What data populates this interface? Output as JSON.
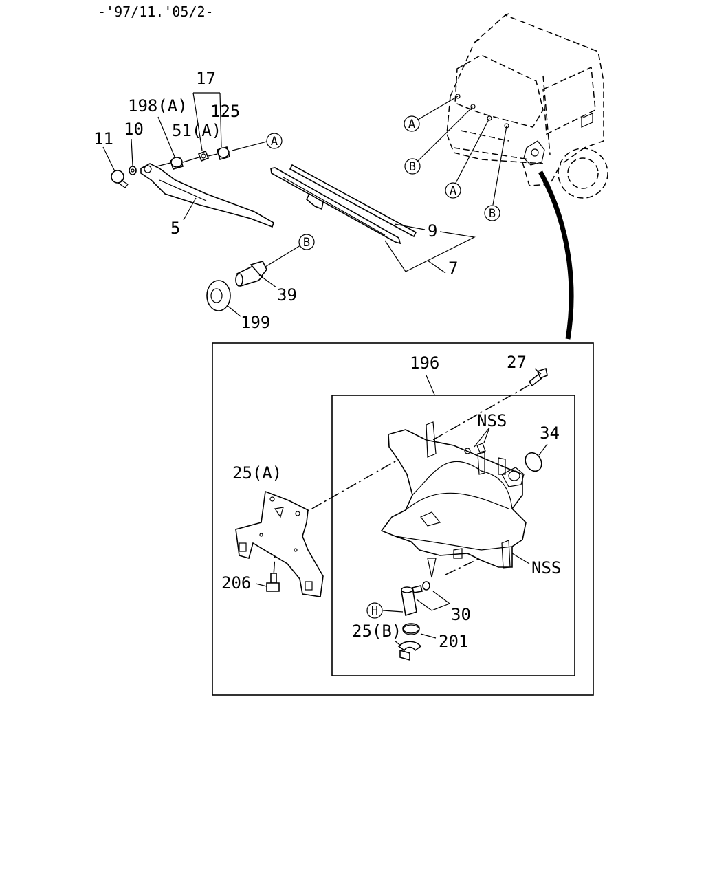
{
  "header": {
    "date_range": "-'97/11.'05/2-"
  },
  "callouts": {
    "p17": "17",
    "p198a": "198(A)",
    "p125": "125",
    "p51a": "51(A)",
    "p11": "11",
    "p10": "10",
    "p5": "5",
    "p9": "9",
    "p7": "7",
    "p39": "39",
    "p199": "199",
    "p196": "196",
    "p27": "27",
    "nss_top": "NSS",
    "p34": "34",
    "p25a": "25(A)",
    "p206": "206",
    "nss_right": "NSS",
    "p30": "30",
    "p25b": "25(B)",
    "p201": "201"
  },
  "reference_marks": {
    "arm_nut_ref": "A",
    "motor_ref": "B",
    "vehicle_a1": "A",
    "vehicle_b1": "B",
    "vehicle_a2": "A",
    "vehicle_b2": "B",
    "hose_ref": "H"
  }
}
